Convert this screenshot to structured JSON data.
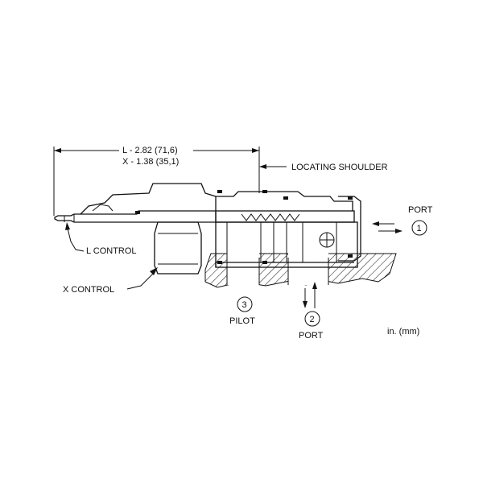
{
  "labels": {
    "dim_l": "L - 2.82 (71,6)",
    "dim_x": "X - 1.38 (35,1)",
    "locating_shoulder": "LOCATING SHOULDER",
    "port_top": "PORT",
    "port_1": "1",
    "l_control": "L CONTROL",
    "x_control": "X CONTROL",
    "pilot_num": "3",
    "pilot": "PILOT",
    "port_2_num": "2",
    "port_bottom": "PORT",
    "units": "in. (mm)"
  },
  "colors": {
    "ink": "#111111",
    "background": "#ffffff"
  }
}
